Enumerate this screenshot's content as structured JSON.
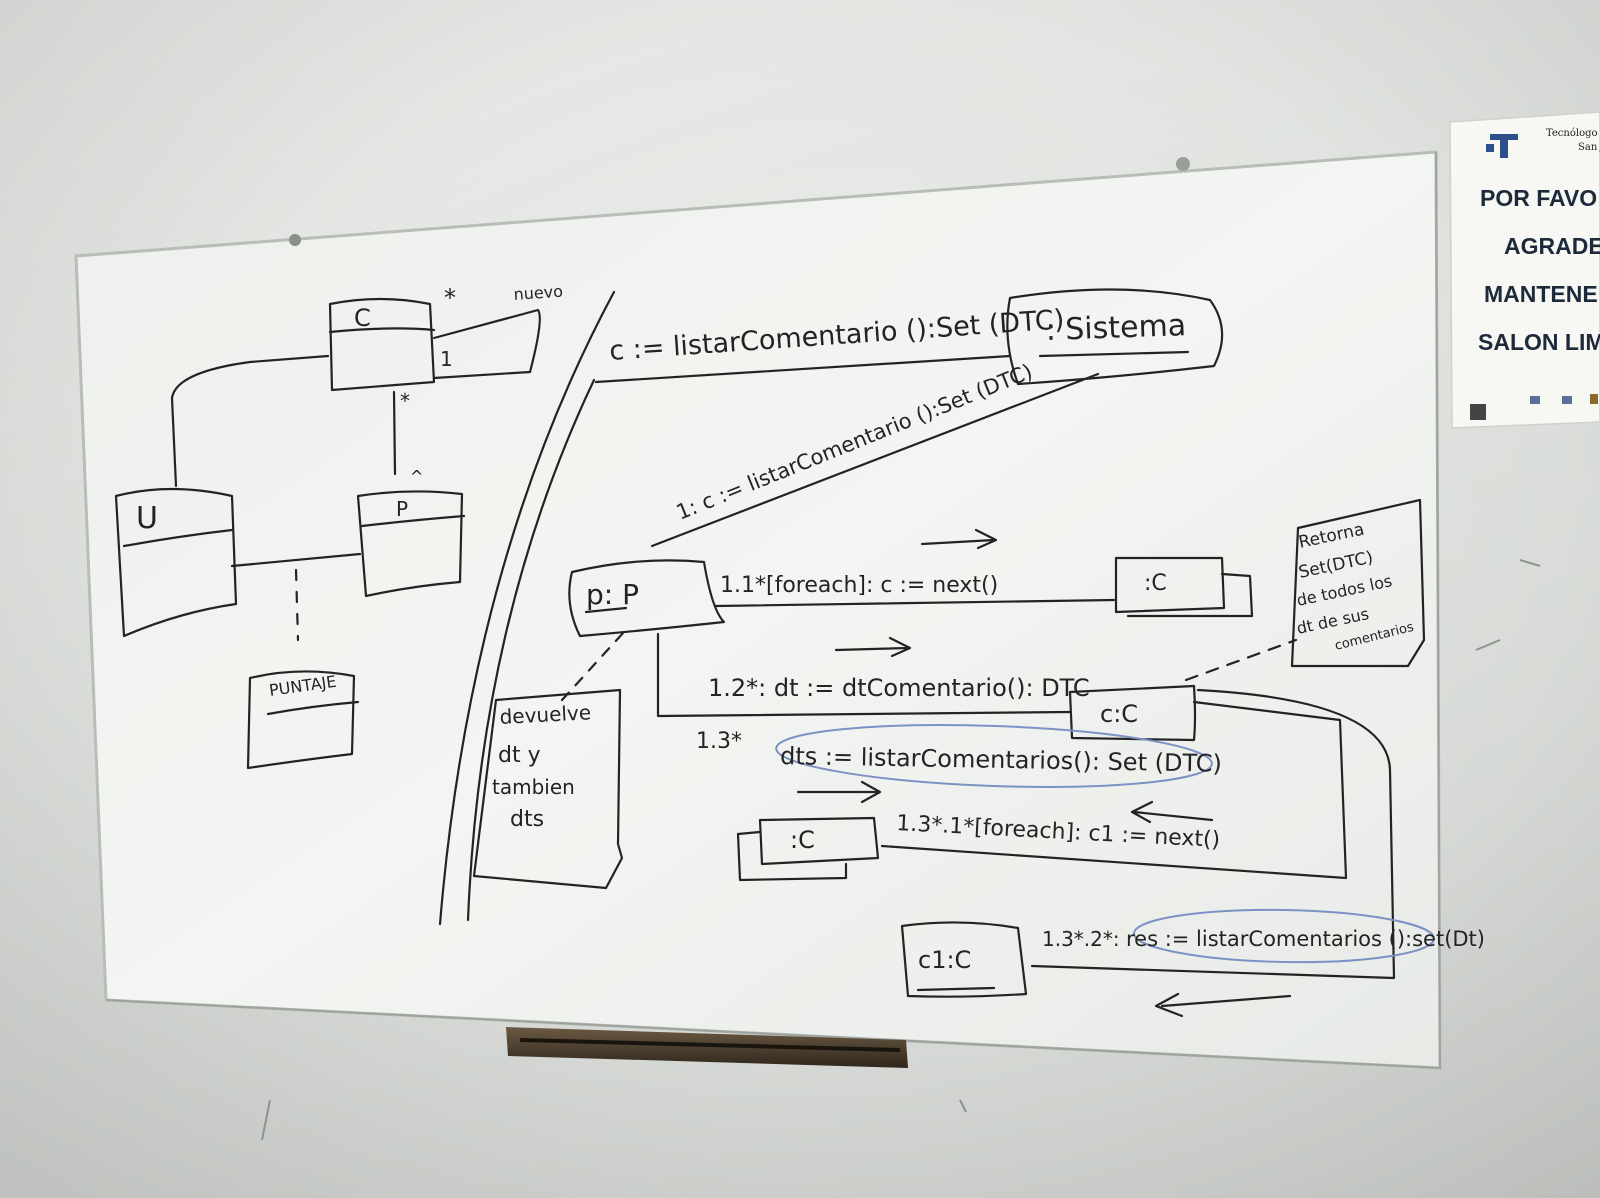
{
  "whiteboard": {
    "left_diagram": {
      "class_c": "C",
      "class_u": "U",
      "class_p": "P",
      "assoc_class": "PUNTAJE",
      "self_assoc_label": "nuevo",
      "mult_star_top": "*",
      "mult_one": "1",
      "mult_star_mid": "*",
      "mult_caret": "^"
    },
    "sequence": {
      "msg_top": "c := listarComentario ():Set (DTC)",
      "sistema": ": Sistema",
      "msg_1": "1: c := listarComentario ():Set (DTC)",
      "pp": "p: P",
      "msg_11": "1.1*[foreach]: c := next()",
      "coll_c_top": ":C",
      "msg_12": "1.2*: dt := dtComentario(): DTC",
      "obj_c": "c:C",
      "msg_13_num": "1.3*",
      "msg_13": "dts := listarComentarios(): Set (DTC)",
      "coll_c_mid": ":C",
      "msg_131": "1.3*.1*[foreach]: c1 := next()",
      "obj_c1": "c1:C",
      "msg_132_num": "1.3*.2*:",
      "msg_132": "res := listarComentarios ():set(Dt)"
    },
    "note_left": [
      "devuelve",
      "dt y",
      "tambien",
      "dts"
    ],
    "note_right": [
      "Retorna",
      "Set(DTC)",
      "de todos los",
      "dt de sus",
      "comentarios"
    ]
  },
  "notice": {
    "header": "Tecnólogo",
    "header_2": "San J",
    "lines": [
      "POR FAVO",
      "AGRADE",
      "MANTENE",
      "SALON LIM"
    ]
  },
  "colors": {
    "marker": "#232323",
    "highlight": "#7d92c4",
    "board": "#f1f3f0",
    "tray": "#4a3d2c"
  }
}
